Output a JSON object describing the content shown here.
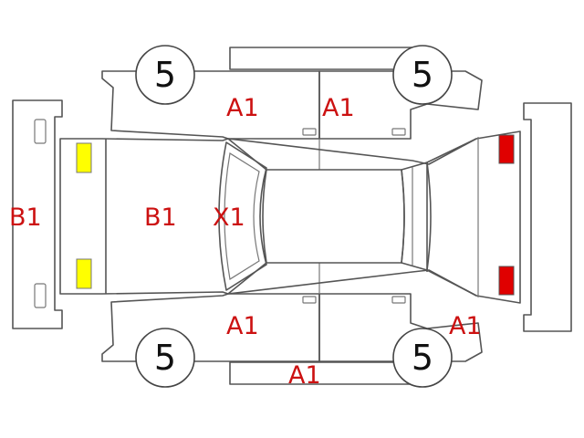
{
  "colors": {
    "damage_text": "#cc1111",
    "outline": "#555555",
    "front_lamp": "#ffff00",
    "rear_lamp": "#e00000"
  },
  "wheels": {
    "front_top": "5",
    "rear_top": "5",
    "front_bottom": "5",
    "rear_bottom": "5"
  },
  "marks": {
    "front_bumper": "B1",
    "hood": "B1",
    "windshield": "X1",
    "front_door_top": "A1",
    "rear_door_top": "A1",
    "front_door_bottom": "A1",
    "rear_quarter_bottom": "A1",
    "rocker_bottom": "A1"
  }
}
